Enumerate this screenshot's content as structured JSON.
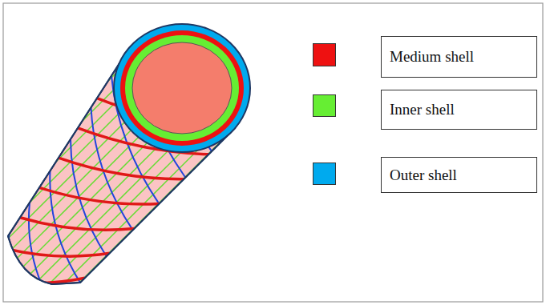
{
  "diagram": {
    "legend": [
      {
        "text": "Medium shell",
        "color": "#ee1111"
      },
      {
        "text": "Inner shell",
        "color": "#66ee33"
      },
      {
        "text": "Outer shell",
        "color": "#00aaee"
      }
    ]
  }
}
